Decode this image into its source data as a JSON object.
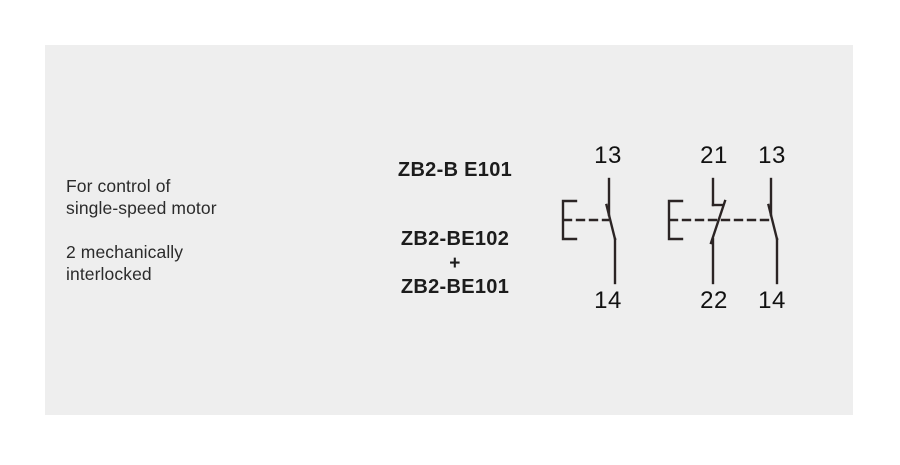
{
  "panel": {
    "background_color": "#eeeeee",
    "page_background_color": "#ffffff"
  },
  "description": {
    "paragraph_1": "For control of\nsingle-speed motor",
    "paragraph_2": "2 mechanically\ninterlocked"
  },
  "references": {
    "group_1": {
      "part_number": "ZB2-B E101"
    },
    "group_2": {
      "part_number_top": "ZB2-BE102",
      "separator": "+",
      "part_number_bottom": "ZB2-BE101"
    }
  },
  "symbols": {
    "symbol_1": {
      "name": "single-no-contact",
      "contacts": [
        {
          "type": "NO",
          "terminal_top": "13",
          "terminal_bottom": "14"
        }
      ]
    },
    "symbol_2": {
      "name": "nc-plus-no-contact",
      "contacts": [
        {
          "type": "NC",
          "terminal_top": "21",
          "terminal_bottom": "22"
        },
        {
          "type": "NO",
          "terminal_top": "13",
          "terminal_bottom": "14"
        }
      ]
    }
  },
  "colors": {
    "line_color": "#2b2424",
    "text_dark": "#1c1c1c",
    "text_body": "#2b2b2b"
  }
}
